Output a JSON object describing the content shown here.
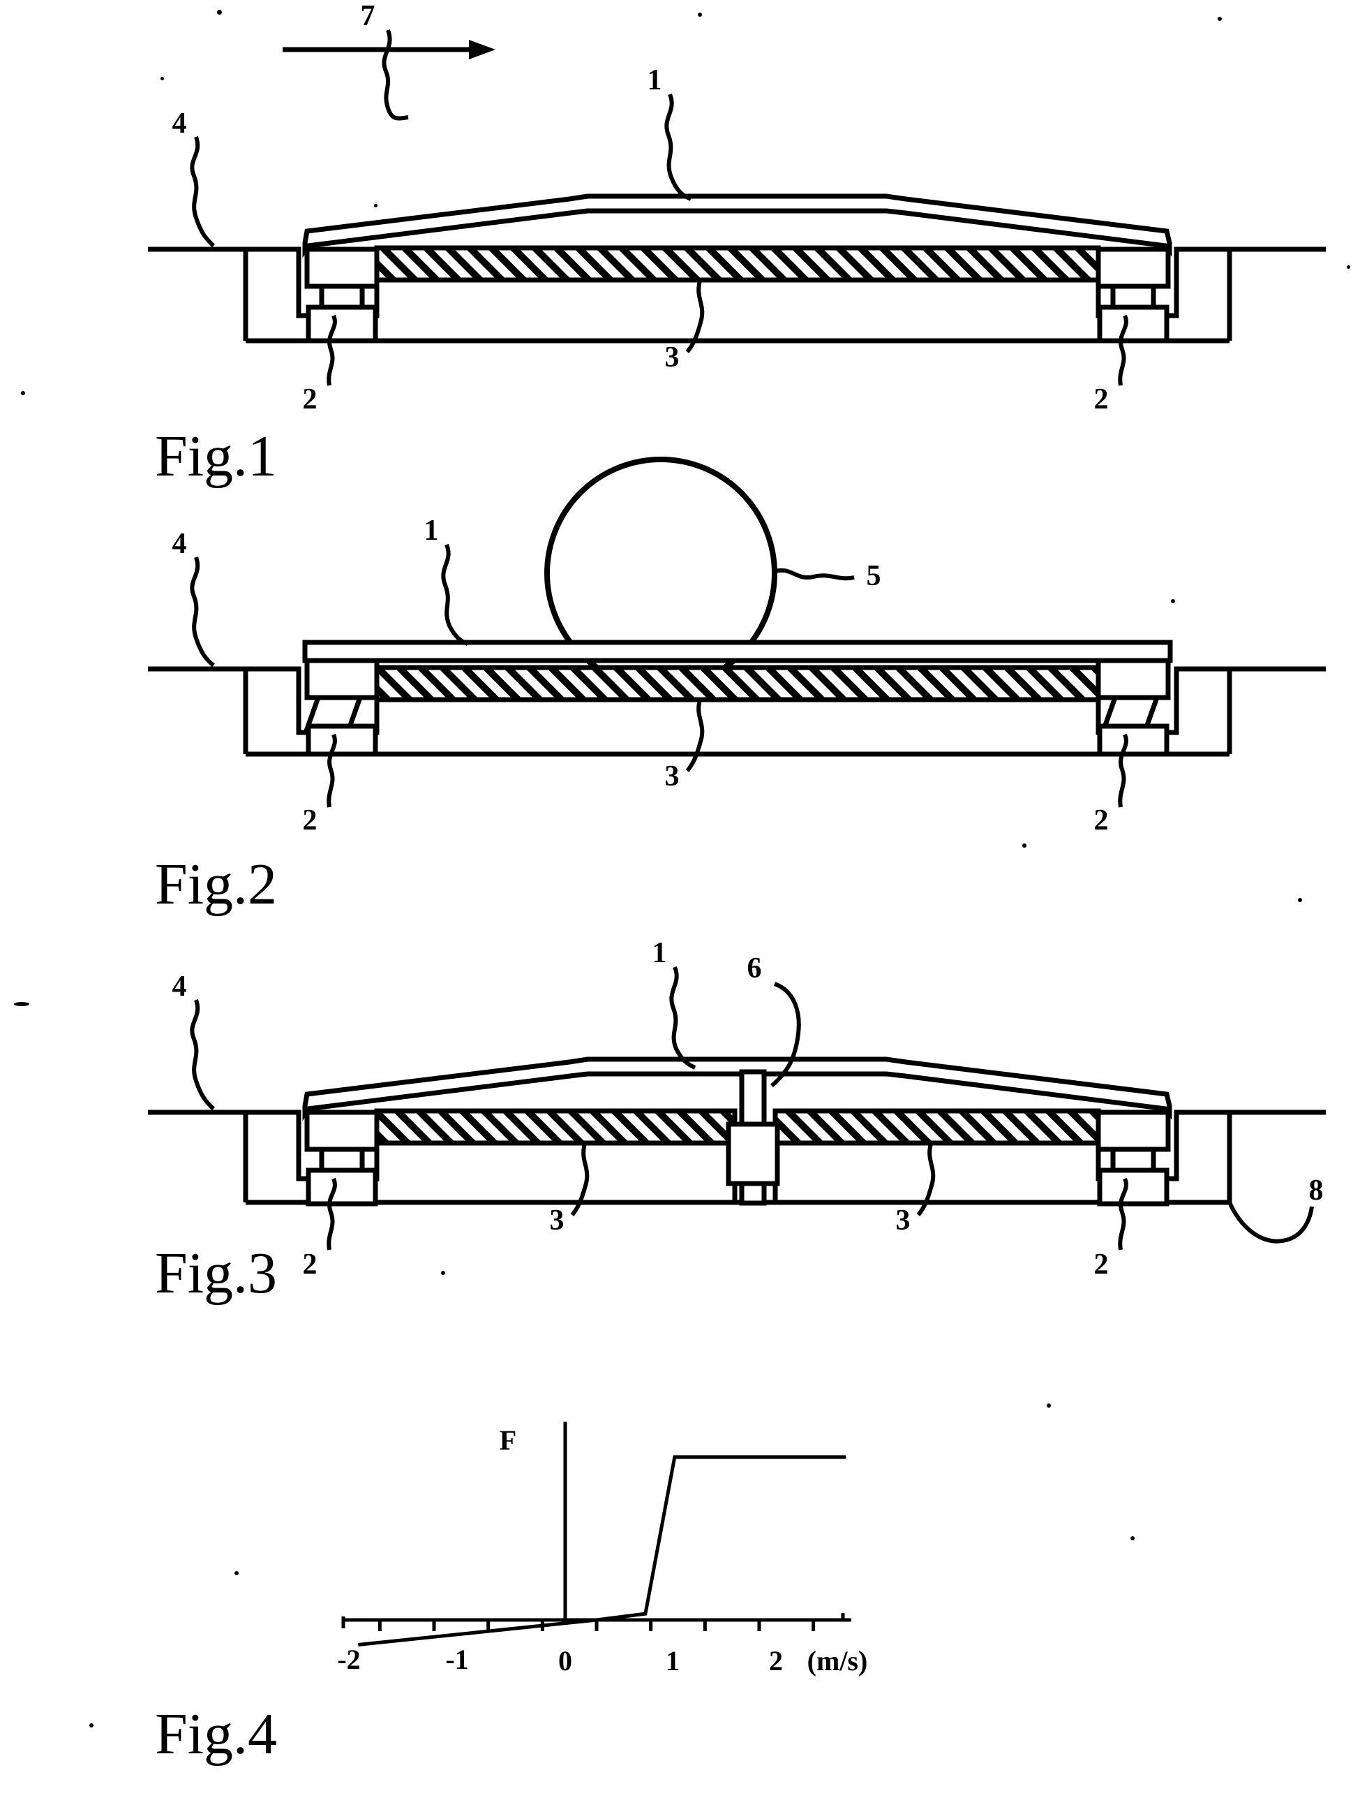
{
  "document": {
    "kind": "patent-drawing-sheet",
    "background_color": "#ffffff",
    "line_color": "#000000"
  },
  "figures": [
    {
      "id": "fig1",
      "caption": "Fig.1",
      "description": "Upwardly arched cover plate resting on supports in a recess, undeformed state",
      "reference_numerals": [
        {
          "label": "7",
          "meaning": "direction-of-travel-arrow"
        },
        {
          "label": "1",
          "meaning": "cover-plate"
        },
        {
          "label": "4",
          "meaning": "road-surface"
        },
        {
          "label": "3",
          "meaning": "hatched-base-plate"
        },
        {
          "label": "2",
          "meaning": "elastic-support-left"
        },
        {
          "label": "2",
          "meaning": "elastic-support-right"
        }
      ]
    },
    {
      "id": "fig2",
      "caption": "Fig.2",
      "description": "Cover plate pressed flat by a wheel, supports deflected",
      "reference_numerals": [
        {
          "label": "4",
          "meaning": "road-surface"
        },
        {
          "label": "1",
          "meaning": "cover-plate"
        },
        {
          "label": "5",
          "meaning": "wheel"
        },
        {
          "label": "3",
          "meaning": "hatched-base-plate"
        },
        {
          "label": "2",
          "meaning": "elastic-support-left"
        },
        {
          "label": "2",
          "meaning": "elastic-support-right"
        }
      ]
    },
    {
      "id": "fig3",
      "caption": "Fig.3",
      "description": "Arched cover plate with an additional central damper element",
      "reference_numerals": [
        {
          "label": "1",
          "meaning": "cover-plate"
        },
        {
          "label": "6",
          "meaning": "central-damper"
        },
        {
          "label": "4",
          "meaning": "road-surface"
        },
        {
          "label": "3",
          "meaning": "hatched-base-plate-left"
        },
        {
          "label": "3",
          "meaning": "hatched-base-plate-right"
        },
        {
          "label": "2",
          "meaning": "elastic-support-left"
        },
        {
          "label": "2",
          "meaning": "elastic-support-right"
        },
        {
          "label": "8",
          "meaning": "recess-housing"
        }
      ]
    },
    {
      "id": "fig4",
      "caption": "Fig.4",
      "description": "Force/velocity characteristic of the damper"
    }
  ],
  "chart_data": {
    "type": "line",
    "title": "",
    "xlabel": "(m/s)",
    "ylabel": "F",
    "y_axis_label": "F",
    "x_unit_label": "(m/s)",
    "xlim": [
      -2.35,
      2.35
    ],
    "ylim": [
      -0.22,
      1.12
    ],
    "grid": false,
    "legend": null,
    "x_tick_labels": [
      "-2",
      "-1",
      "0",
      "1",
      "2"
    ],
    "x_tick_values": [
      -2,
      -1,
      0,
      1,
      2
    ],
    "x_minor_ticks": [
      -2,
      -1.5,
      -1,
      -0.5,
      0,
      0.5,
      1,
      1.5,
      2
    ],
    "y_tick_labels": [],
    "series": [
      {
        "name": "damper-force-curve",
        "x": [
          -2.2,
          0.0,
          0.45,
          0.72,
          2.3
        ],
        "y": [
          -0.14,
          0.0,
          0.035,
          0.92,
          0.92
        ]
      }
    ],
    "annotations": [
      {
        "text": "F",
        "x": -0.45,
        "y": 1.0
      },
      {
        "text": "(m/s)",
        "x": 2.22,
        "y": -0.2
      }
    ]
  },
  "captions": {
    "fig1": "Fig.1",
    "fig2": "Fig.2",
    "fig3": "Fig.3",
    "fig4": "Fig.4"
  },
  "numerals": {
    "n1": "1",
    "n2": "2",
    "n3": "3",
    "n4": "4",
    "n5": "5",
    "n6": "6",
    "n7": "7",
    "n8": "8"
  },
  "chart_text": {
    "f": "F",
    "t_m2": "-2",
    "t_m1": "-1",
    "t_0": "0",
    "t_1": "1",
    "t_2": "2",
    "unit": "(m/s)"
  }
}
